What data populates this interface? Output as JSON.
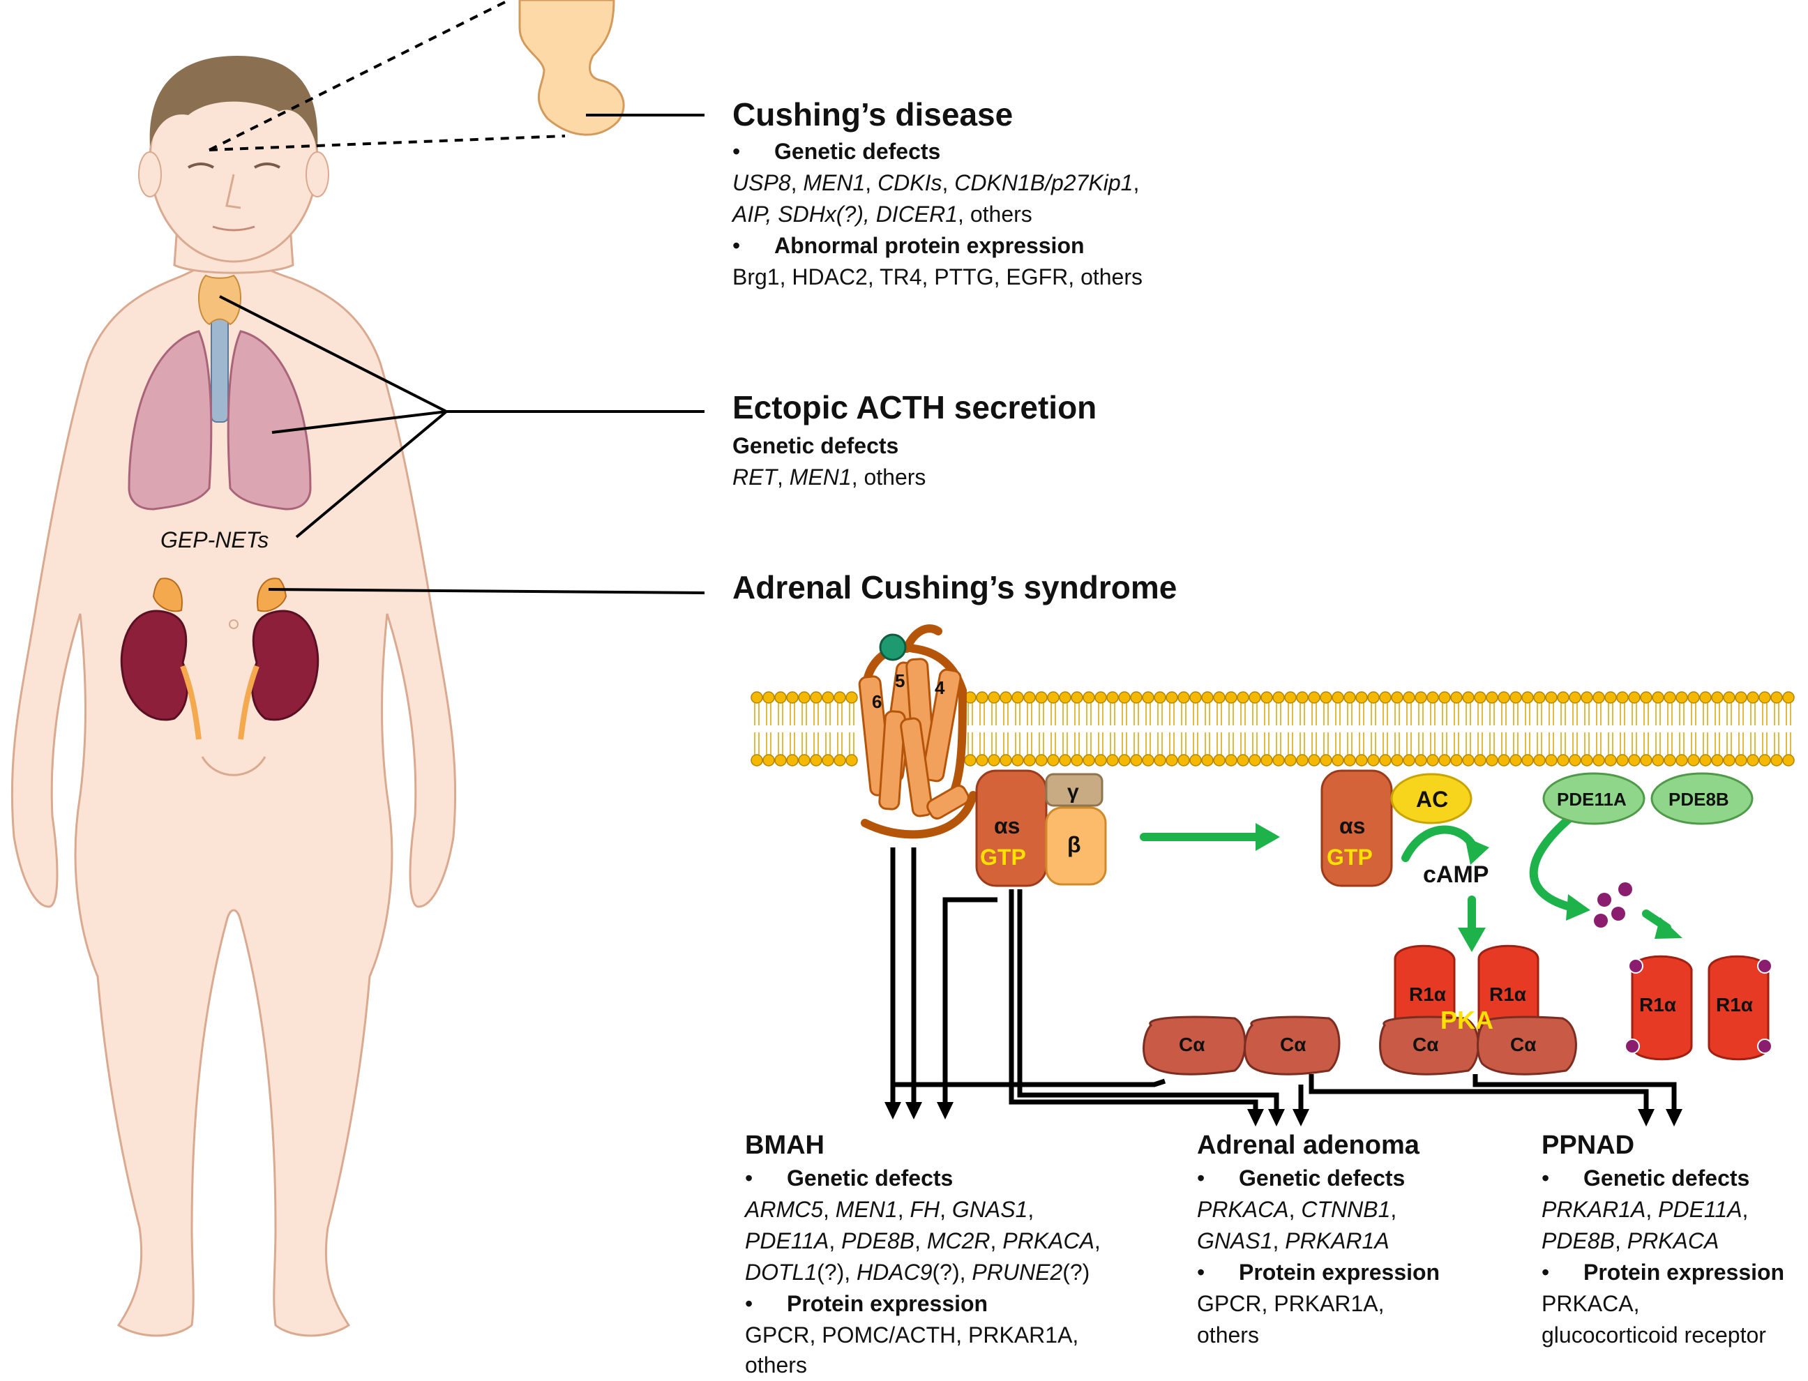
{
  "colors": {
    "skin": "#fbe3d6",
    "skin_outline": "#d9a990",
    "hair": "#8a7050",
    "lung": "#dba5b1",
    "adrenal": "#f4a94f",
    "kidney": "#8e1f3a",
    "receptor": "#f2a15c",
    "receptor_loop": "#b5550a",
    "membrane": "#f5b800",
    "g_alpha": "#d5633a",
    "gtp_text": "#ffe100",
    "ac": "#f7d51c",
    "pde": "#8fd68a",
    "pka": "#e63a24",
    "arrow_green": "#1db34a",
    "camp_dot": "#8b1d6e",
    "ligand": "#1d9a6f"
  },
  "body_label": "GEP-NETs",
  "sections": {
    "cushing": {
      "title": "Cushing’s disease",
      "genetic_label": "Genetic defects",
      "genetic_line1": [
        "USP8",
        ", ",
        "MEN1",
        ", ",
        "CDKIs",
        ", ",
        "CDKN1B/p27Kip1",
        ","
      ],
      "genetic_line2": [
        "AIP, SDHx(?), DICER1",
        ", others"
      ],
      "protein_label": "Abnormal protein expression",
      "protein_line": "Brg1, HDAC2, TR4, PTTG, EGFR, others"
    },
    "ectopic": {
      "title": "Ectopic ACTH secretion",
      "genetic_label": "Genetic defects",
      "genetic_line": [
        "RET",
        ", ",
        "MEN1",
        ", others"
      ]
    },
    "adrenal": {
      "title": "Adrenal Cushing’s syndrome"
    }
  },
  "pathway": {
    "helices": [
      "6",
      "5",
      "4"
    ],
    "g_alpha": "αs",
    "gtp": "GTP",
    "g_gamma": "γ",
    "g_beta": "β",
    "ac": "AC",
    "camp": "cAMP",
    "pde1": "PDE11A",
    "pde2": "PDE8B",
    "r1a": "R1α",
    "pka": "PKA",
    "ca": "Cα"
  },
  "columns": {
    "bmah": {
      "title": "BMAH",
      "genetic_label": "Genetic defects",
      "g1": [
        "ARMC5",
        ", ",
        "MEN1",
        ", ",
        "FH",
        ", ",
        "GNAS1",
        ","
      ],
      "g2": [
        "PDE11A",
        ", ",
        "PDE8B",
        ", ",
        "MC2R",
        ", ",
        "PRKACA",
        ","
      ],
      "g3": [
        "DOTL1",
        "(?), ",
        "HDAC9",
        "(?), ",
        "PRUNE2",
        "(?)"
      ],
      "protein_label": "Protein expression",
      "p1": "GPCR, POMC/ACTH, PRKAR1A,",
      "p2": "others"
    },
    "adenoma": {
      "title": "Adrenal adenoma",
      "genetic_label": "Genetic defects",
      "g1": [
        "PRKACA",
        ", ",
        "CTNNB1",
        ","
      ],
      "g2": [
        "GNAS1",
        ", ",
        "PRKAR1A",
        ""
      ],
      "protein_label": "Protein expression",
      "p1": "GPCR, PRKAR1A,",
      "p2": "others"
    },
    "ppnad": {
      "title": "PPNAD",
      "genetic_label": "Genetic defects",
      "g1": [
        "PRKAR1A",
        ", ",
        "PDE11A",
        ","
      ],
      "g2": [
        "PDE8B",
        ", ",
        "PRKACA",
        ""
      ],
      "protein_label": "Protein expression",
      "p1": "PRKACA,",
      "p2": "glucocorticoid receptor"
    }
  }
}
